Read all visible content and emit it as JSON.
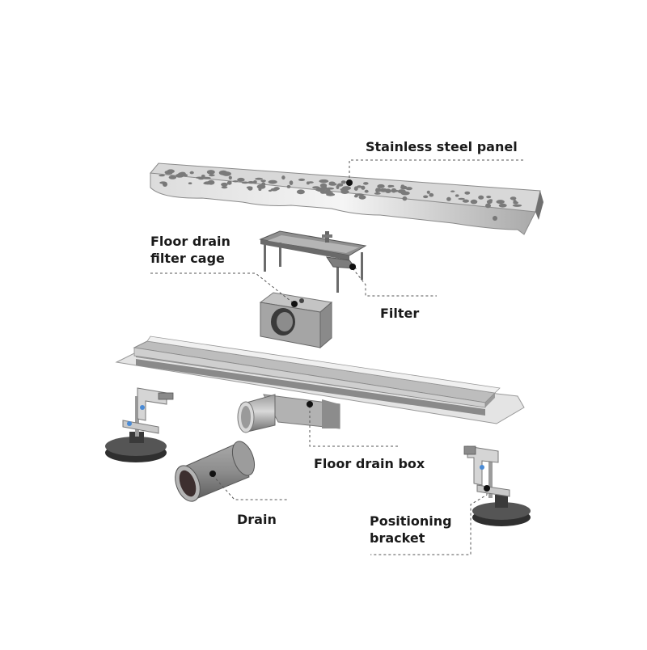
{
  "labels": {
    "stainless_steel_panel": "Stainless steel panel",
    "floor_drain_filter_cage_line1": "Floor drain",
    "floor_drain_filter_cage_line2": "filter cage",
    "filter": "Filter",
    "floor_drain_box": "Floor drain box",
    "drain": "Drain",
    "positioning_bracket_line1": "Positioning",
    "positioning_bracket_line2": "bracket"
  },
  "colors": {
    "steel_light": "#e6e6e6",
    "steel_mid": "#b9b9b9",
    "steel_dark": "#7d7d7d",
    "plastic_dark": "#3b3b3b",
    "plastic_gray": "#8a8a8a",
    "leader_line": "#555555",
    "text": "#1a1a1a"
  }
}
